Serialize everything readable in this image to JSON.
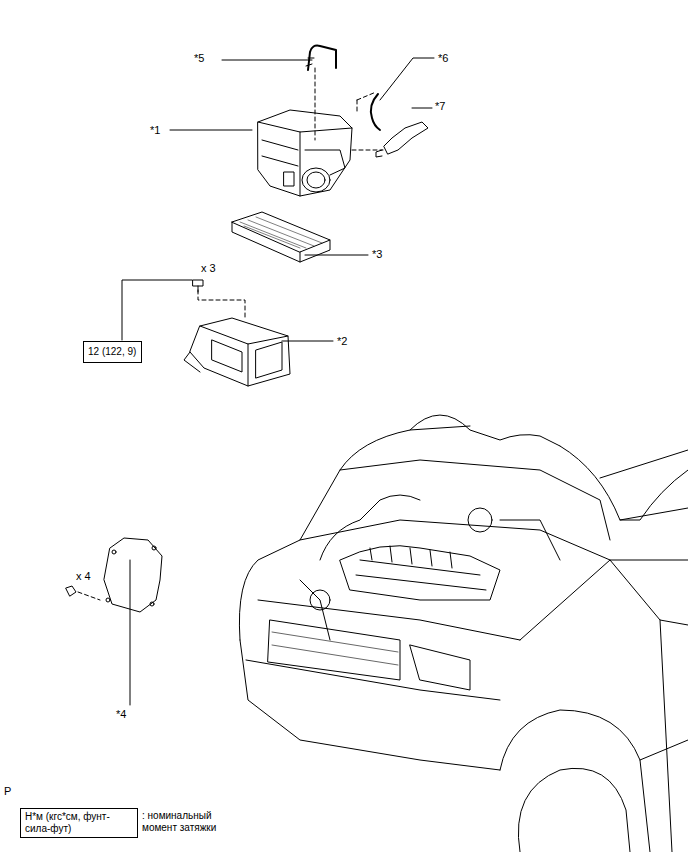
{
  "diagram": {
    "nodes": [
      {
        "text": [
          "12 (122, 9)"
        ]
      },
      {
        "text": [
          "Н*м (кгс*см, фунт-сила-фут)",
          ": номинальный момент затяжки"
        ]
      }
    ],
    "labels": [
      "*5",
      "*6",
      "*1",
      "*7",
      "*3",
      "x 3",
      "*2",
      "x 4",
      "*4",
      "P"
    ]
  }
}
